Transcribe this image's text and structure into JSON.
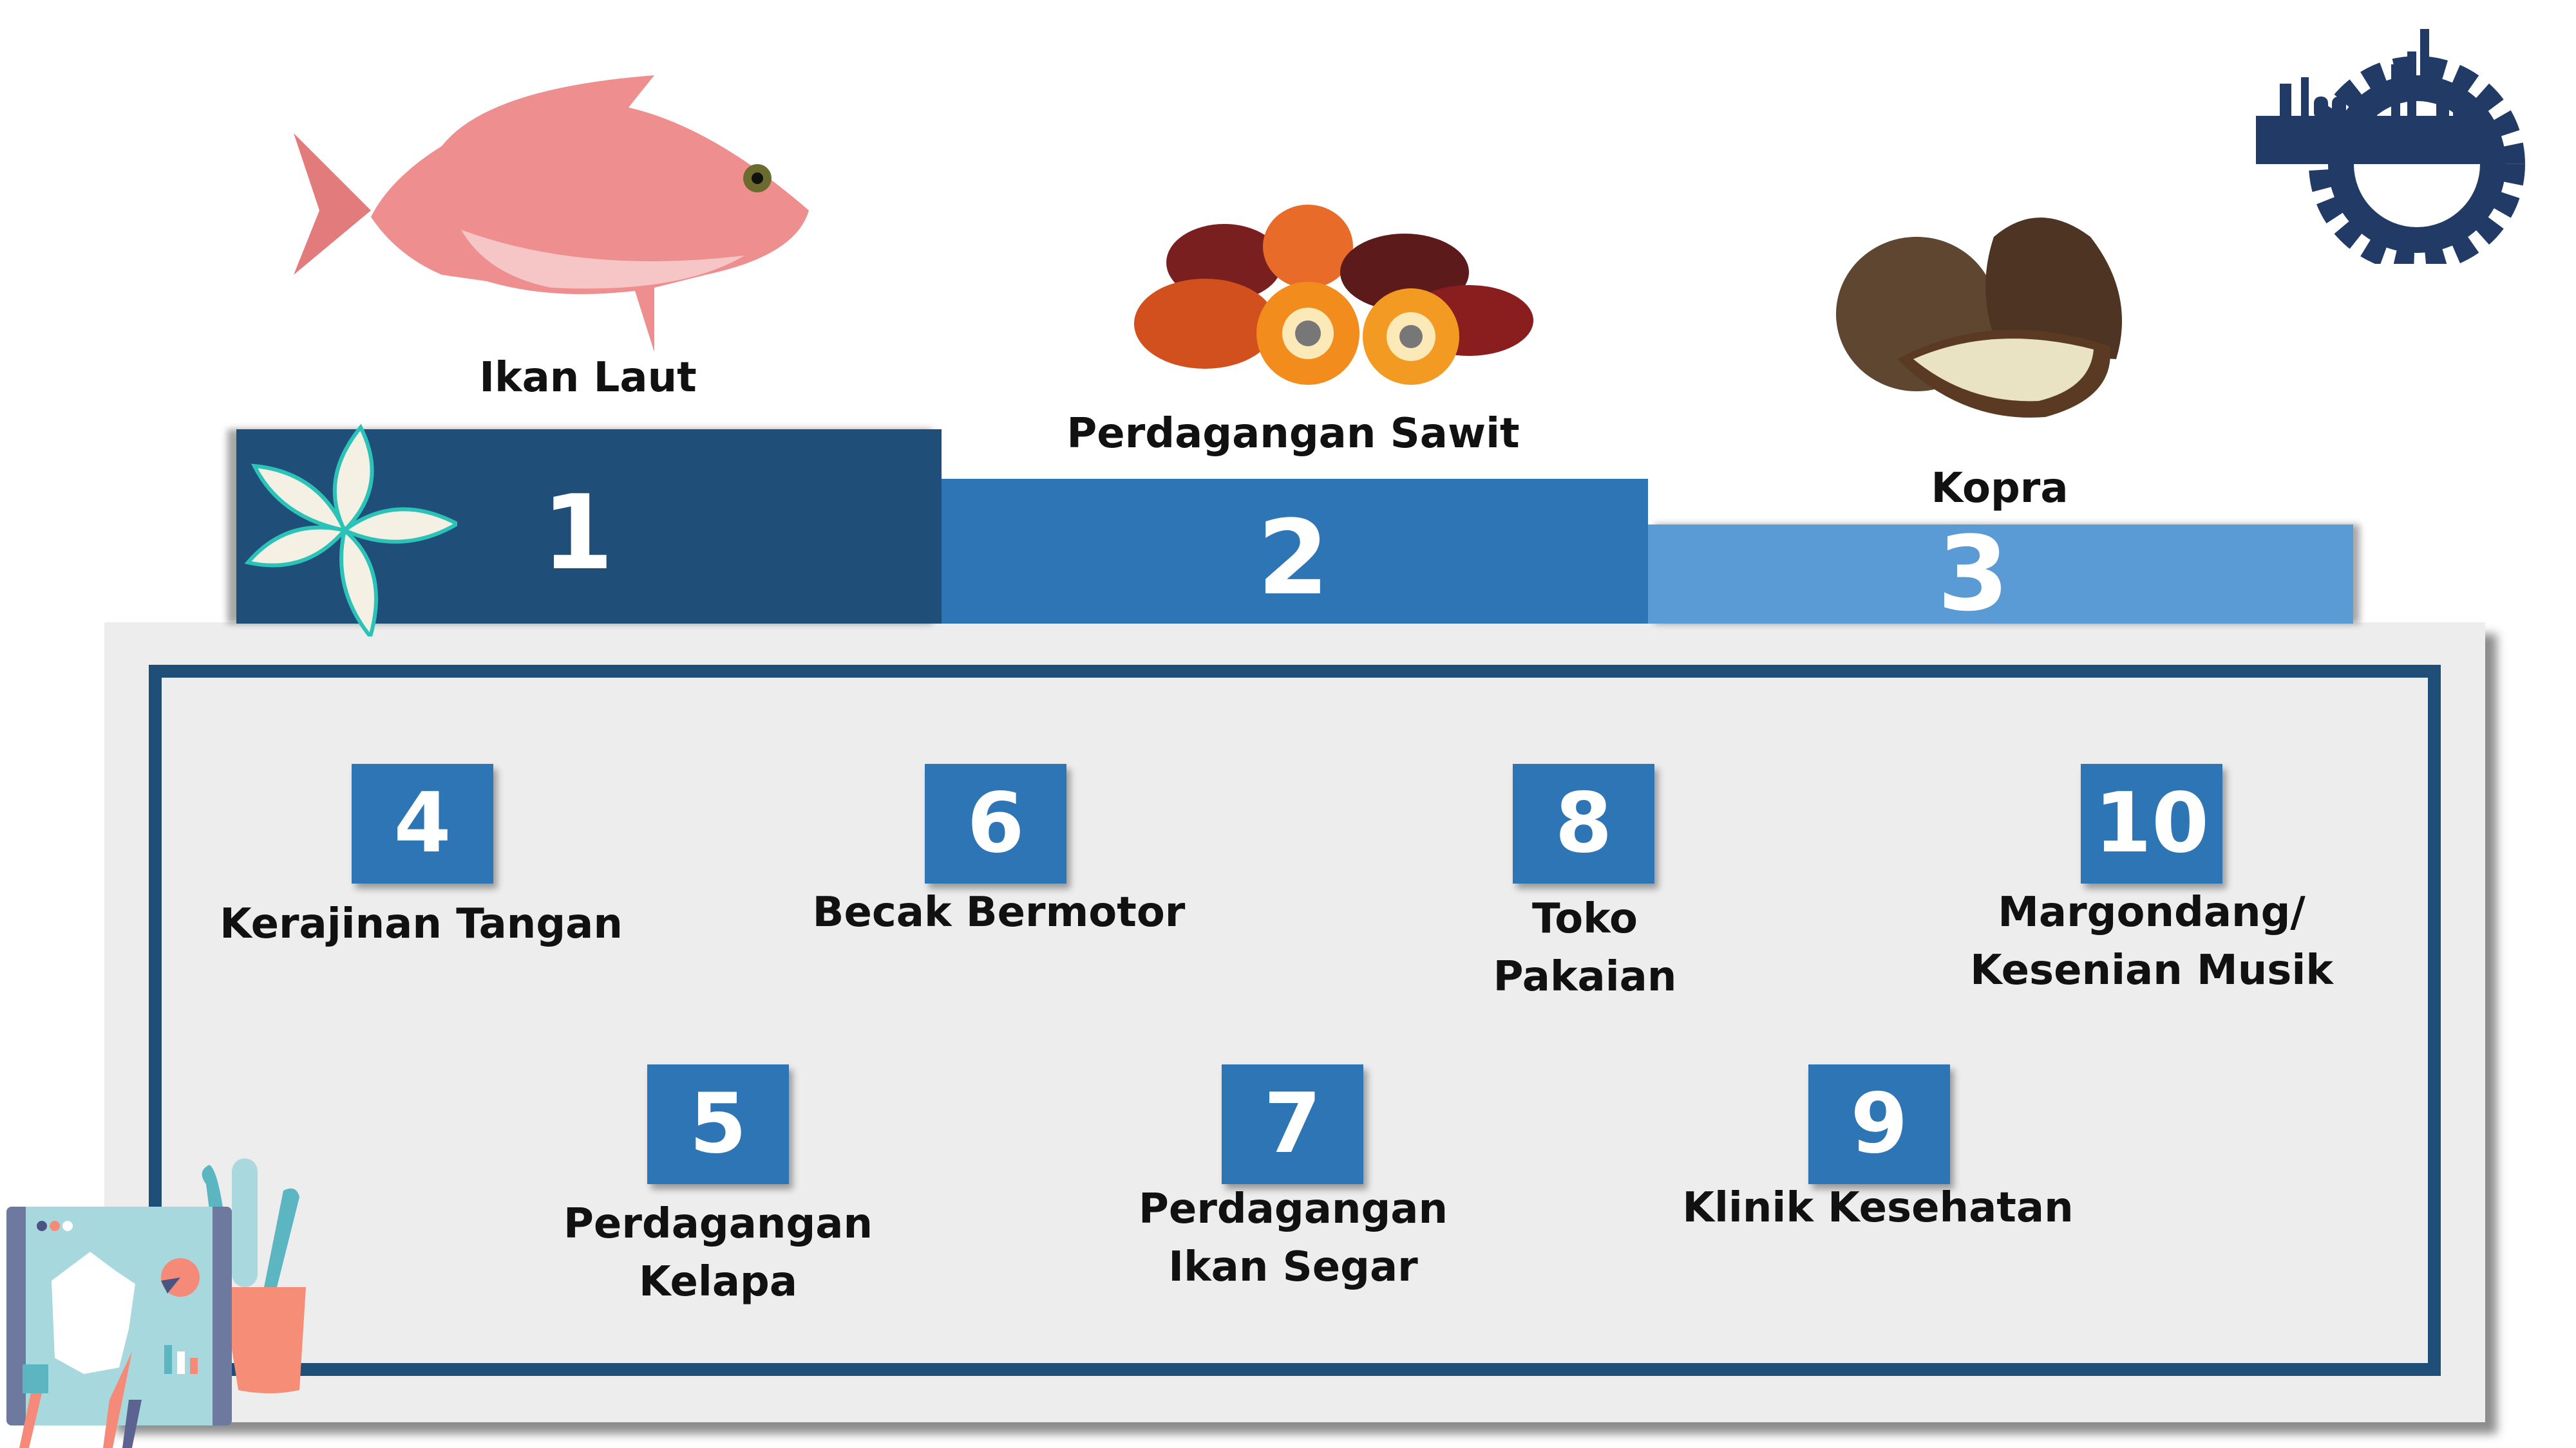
{
  "podium": [
    {
      "rank": "1",
      "label": "Ikan Laut"
    },
    {
      "rank": "2",
      "label": "Perdagangan Sawit"
    },
    {
      "rank": "3",
      "label": "Kopra"
    }
  ],
  "items": [
    {
      "rank": "4",
      "lines": [
        "Kerajinan Tangan"
      ]
    },
    {
      "rank": "5",
      "lines": [
        "Perdagangan",
        "Kelapa"
      ]
    },
    {
      "rank": "6",
      "lines": [
        "Becak Bermotor"
      ]
    },
    {
      "rank": "7",
      "lines": [
        "Perdagangan",
        "Ikan Segar"
      ]
    },
    {
      "rank": "8",
      "lines": [
        "Toko",
        "Pakaian"
      ]
    },
    {
      "rank": "9",
      "lines": [
        "Klinik Kesehatan"
      ]
    },
    {
      "rank": "10",
      "lines": [
        "Margondang/",
        "Kesenian Musik"
      ]
    }
  ],
  "colors": {
    "podium1": "#1F4E79",
    "podium2": "#2E75B6",
    "podium3": "#5B9BD5",
    "box": "#2E75B6",
    "panel": "#EDEDED",
    "logo": "#213A66"
  }
}
